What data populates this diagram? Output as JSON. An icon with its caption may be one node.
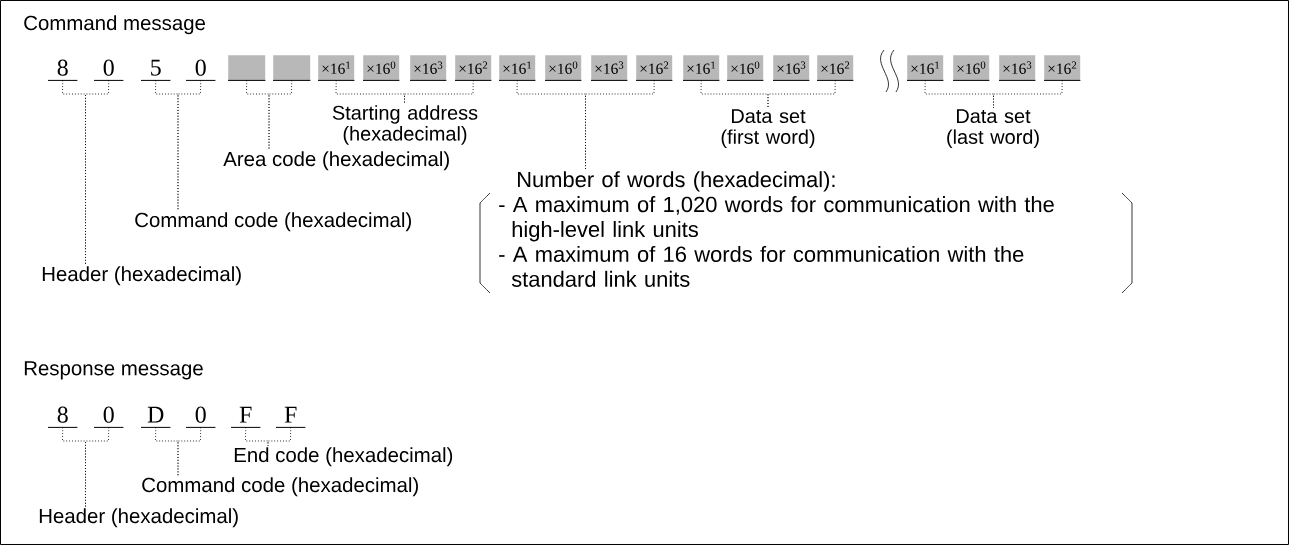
{
  "diagram": {
    "nodes": [
      {
        "text": [
          "8"
        ]
      },
      {
        "text": [
          "0"
        ]
      },
      {
        "text": [
          "5"
        ]
      },
      {
        "text": [
          "0"
        ]
      },
      {
        "text": [],
        "shape": "box"
      },
      {
        "text": [],
        "shape": "box"
      },
      {
        "text": [
          "×16$^{1}$"
        ]
      },
      {
        "text": [
          "×16$^{0}$"
        ]
      },
      {
        "text": [
          "×16$^{3}$"
        ]
      },
      {
        "text": [
          "×16$^{2}$"
        ]
      },
      {
        "text": [
          "×16$^{1}$"
        ]
      },
      {
        "text": [
          "×16$^{0}$"
        ]
      },
      {
        "text": [
          "×16$^{3}$"
        ]
      },
      {
        "text": [
          "×16$^{2}$"
        ]
      },
      {
        "text": [
          "×16$^{1}$"
        ]
      },
      {
        "text": [
          "×16$^{0}$"
        ]
      },
      {
        "text": [
          "×16$^{3}$"
        ]
      },
      {
        "text": [
          "×16$^{2}$"
        ]
      },
      {
        "text": [
          "×16$^{1}$"
        ]
      },
      {
        "text": [
          "×16$^{0}$"
        ]
      },
      {
        "text": [
          "×16$^{3}$"
        ]
      },
      {
        "text": [
          "×16$^{2}$"
        ]
      },
      {
        "text": [
          "Starting address (hexadecimal)"
        ]
      },
      {
        "text": [
          "Data set (first word)"
        ]
      },
      {
        "text": [
          "Data set (last word)"
        ]
      },
      {
        "text": [
          "Area code (hexadecimal)"
        ]
      },
      {
        "text": [
          "Number of words (hexadecimal):",
          "- A maximum of 1,020 words for communication with the high-level link units",
          "- A maximum of 16 words for communication with the standard link units"
        ]
      },
      {
        "text": [
          "Command code (hexadecimal)"
        ]
      },
      {
        "text": [
          "Header (hexadecimal)"
        ]
      },
      {
        "text": [
          "8"
        ]
      },
      {
        "text": [
          "0"
        ]
      },
      {
        "text": [
          "D"
        ]
      },
      {
        "text": [
          "0"
        ]
      },
      {
        "text": [
          "F"
        ]
      },
      {
        "text": [
          "F"
        ]
      },
      {
        "text": [
          "End code (hexadecimal)"
        ]
      },
      {
        "text": [
          "Command code (hexadecimal)"
        ]
      },
      {
        "text": [
          "Header (hexadecimal)"
        ]
      }
    ],
    "edges": [
      {
        "from": 28,
        "to": 0,
        "arrow": "none"
      },
      {
        "from": 28,
        "to": 1,
        "arrow": "none"
      },
      {
        "from": 27,
        "to": 2,
        "arrow": "none"
      },
      {
        "from": 27,
        "to": 3,
        "arrow": "none"
      },
      {
        "from": 25,
        "to": 4,
        "arrow": "none"
      },
      {
        "from": 25,
        "to": 5,
        "arrow": "none"
      },
      {
        "from": 22,
        "to": 6,
        "arrow": "none"
      },
      {
        "from": 22,
        "to": 9,
        "arrow": "none"
      },
      {
        "from": 26,
        "to": 10,
        "arrow": "none"
      },
      {
        "from": 26,
        "to": 13,
        "arrow": "none"
      },
      {
        "from": 23,
        "to": 14,
        "arrow": "none"
      },
      {
        "from": 23,
        "to": 17,
        "arrow": "none"
      },
      {
        "from": 24,
        "to": 18,
        "arrow": "none"
      },
      {
        "from": 24,
        "to": 21,
        "arrow": "none"
      },
      {
        "from": 37,
        "to": 29,
        "arrow": "none"
      },
      {
        "from": 37,
        "to": 30,
        "arrow": "none"
      },
      {
        "from": 36,
        "to": 31,
        "arrow": "none"
      },
      {
        "from": 36,
        "to": 32,
        "arrow": "none"
      },
      {
        "from": 35,
        "to": 33,
        "arrow": "none"
      },
      {
        "from": 35,
        "to": 34,
        "arrow": "none"
      }
    ],
    "labels": [
      "Command message",
      "Response message"
    ]
  }
}
